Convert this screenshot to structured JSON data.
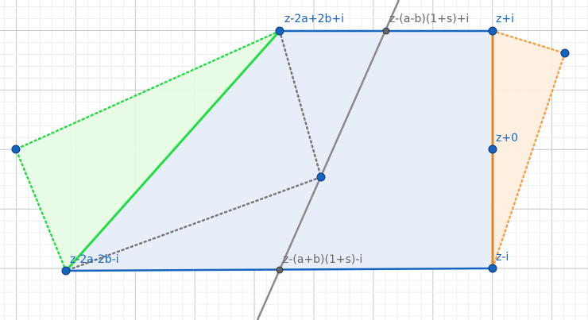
{
  "diagram": {
    "colors": {
      "blue": "#1565c0",
      "blue_fill": "#e8eef8",
      "gray": "#8a8a8a",
      "green": "#22dd44",
      "green_fill": "#e6fbe3",
      "orange": "#f5a04a",
      "orange_solid": "#e0862a",
      "orange_fill": "#fdeede",
      "point_fill": "#1565c0",
      "point_gray": "#666666"
    },
    "labels": {
      "top_left": "z-2a+2b+i",
      "top_mid": "z-(a-b)(1+s)+i",
      "top_right": "z+i",
      "mid_right": "z+0",
      "bottom_left": "z-2a-2b-i",
      "bottom_mid": "z-(a+b)(1+s)-i",
      "bottom_right": "z-i"
    }
  }
}
